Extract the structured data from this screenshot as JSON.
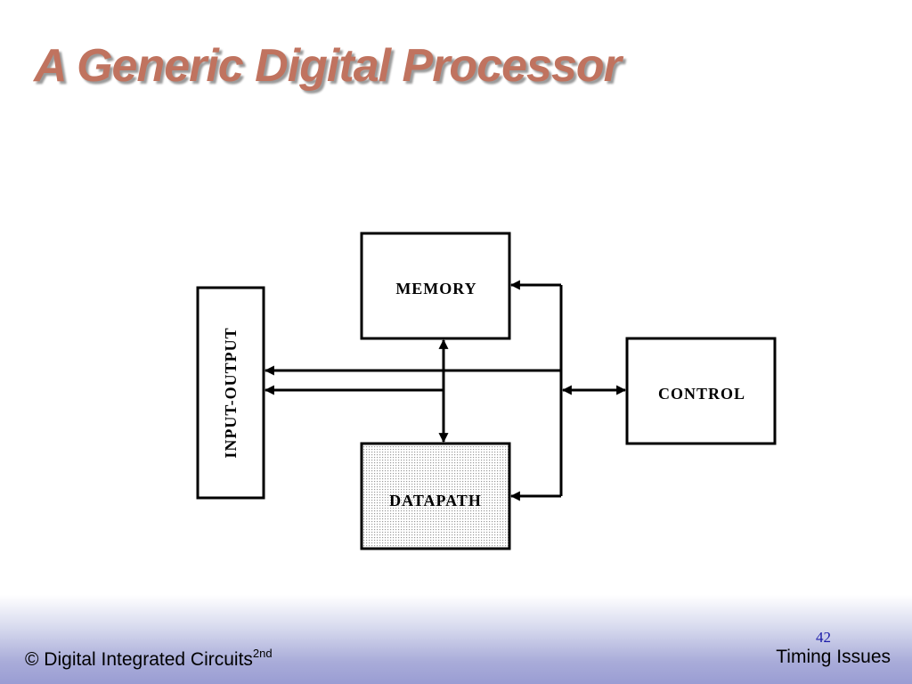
{
  "slide": {
    "title": "A Generic Digital Processor"
  },
  "diagram": {
    "blocks": {
      "memory": "MEMORY",
      "datapath": "DATAPATH",
      "control": "CONTROL",
      "io": "INPUT-OUTPUT"
    }
  },
  "footer": {
    "copyright_prefix": "© Digital Integrated Circuits",
    "copyright_sup": "2nd",
    "page_number": "42",
    "section": "Timing Issues"
  },
  "colors": {
    "title": "#c0735f",
    "footer_gradient_end": "#9a9dd3",
    "page_number": "#1a1aa8"
  }
}
